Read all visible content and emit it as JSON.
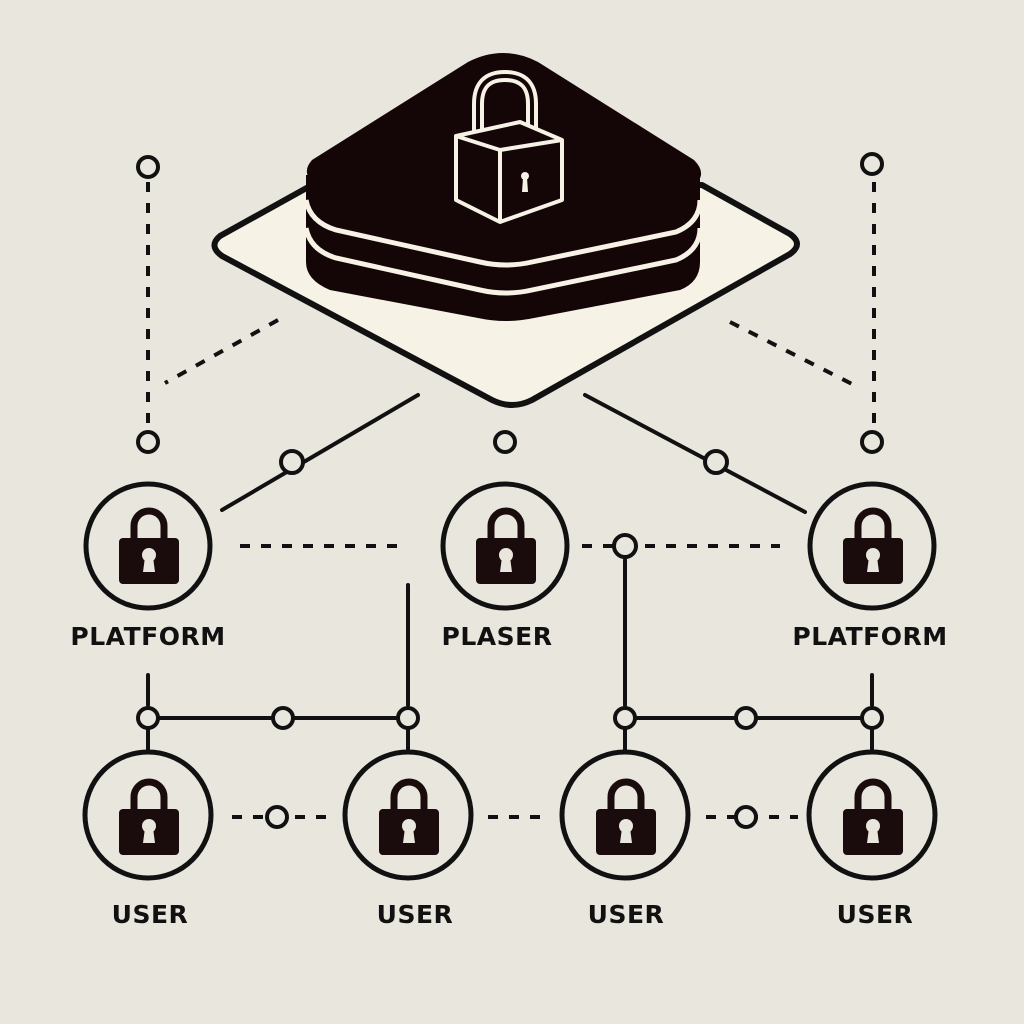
{
  "diagram": {
    "hub": {
      "icon": "padlock-icon"
    },
    "nodes": [
      {
        "id": "platform-left",
        "label": "PLATFORM",
        "icon": "padlock-icon"
      },
      {
        "id": "plaser-center",
        "label": "PLASER",
        "icon": "padlock-icon"
      },
      {
        "id": "platform-right",
        "label": "PLATFORM",
        "icon": "padlock-icon"
      },
      {
        "id": "user-1",
        "label": "USER",
        "icon": "padlock-icon"
      },
      {
        "id": "user-2",
        "label": "USER",
        "icon": "padlock-icon"
      },
      {
        "id": "user-3",
        "label": "USER",
        "icon": "padlock-icon"
      },
      {
        "id": "user-4",
        "label": "USER",
        "icon": "padlock-icon"
      }
    ],
    "colors": {
      "background": "#e9e6dd",
      "ink": "#111111",
      "hub_top": "#140606",
      "hub_base": "#f6f2e6"
    }
  }
}
